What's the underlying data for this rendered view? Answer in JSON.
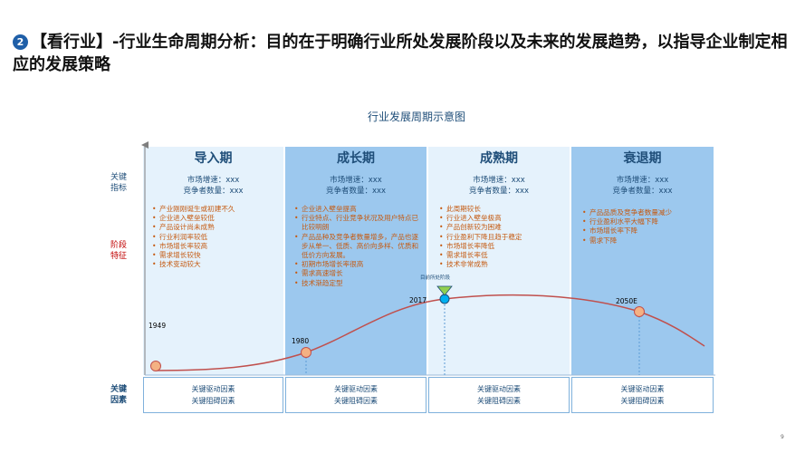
{
  "header": {
    "badge": "2",
    "title": "【看行业】-行业生命周期分析：目的在于明确行业所处发展阶段以及未来的发展趋势，以指导企业制定相应的发展策略"
  },
  "diagram_title": "行业发展周期示意图",
  "left_labels": {
    "key_indicators": "关键\n指标",
    "stage_features": "阶段\n特征",
    "key_factors": "关键\n因素"
  },
  "stages": [
    {
      "name": "导入期",
      "market_growth": "市场增速：xxx",
      "competitors": "竞争者数量：xxx",
      "features": [
        "产业刚刚诞生或初建不久",
        "企业进入壁垒较低",
        "产品设计尚未成熟",
        "行业利润率较低",
        "市场增长率较高",
        "需求增长较快",
        "技术变动较大"
      ],
      "factors": [
        "关键驱动因素",
        "关键阻碍因素"
      ]
    },
    {
      "name": "成长期",
      "market_growth": "市场增速：xxx",
      "competitors": "竞争者数量：xxx",
      "features": [
        "企业进入壁垒提高",
        "行业特点、行业竞争状况及用户特点已比较明朗",
        "产品品种及竞争者数量增多，产品也逐步从单一、低质、高价向多样、优质和低价方向发展。",
        "初期市场增长率很高",
        "需求高速增长",
        "技术渐趋定型"
      ],
      "factors": [
        "关键驱动因素",
        "关键阻碍因素"
      ]
    },
    {
      "name": "成熟期",
      "market_growth": "市场增速：xxx",
      "competitors": "竞争者数量：xxx",
      "features": [
        "此周期较长",
        "行业进入壁垒极高",
        "产品创新较为困难",
        "行业盈利下降且趋于稳定",
        "市场增长率降低",
        "需求增长率低",
        "技术非常成熟"
      ],
      "factors": [
        "关键驱动因素",
        "关键阻碍因素"
      ]
    },
    {
      "name": "衰退期",
      "market_growth": "市场增速：xxx",
      "competitors": "竞争者数量：xxx",
      "features": [
        "产品品质及竞争者数量减少",
        "行业盈利水平大幅下降",
        "市场增长率下降",
        "需求下降"
      ],
      "factors": [
        "关键驱动因素",
        "关键阻碍因素"
      ]
    }
  ],
  "milestones": [
    "1949",
    "1980",
    "2017",
    "2050E"
  ],
  "current_marker_label": "目前所处阶段",
  "page_number": "9",
  "colors": {
    "title_blue": "#1f4e79",
    "feature_orange": "#c55a11",
    "curve": "#c0504d",
    "marker_fill": "#f4b183",
    "current_marker": "#00b0f0"
  }
}
